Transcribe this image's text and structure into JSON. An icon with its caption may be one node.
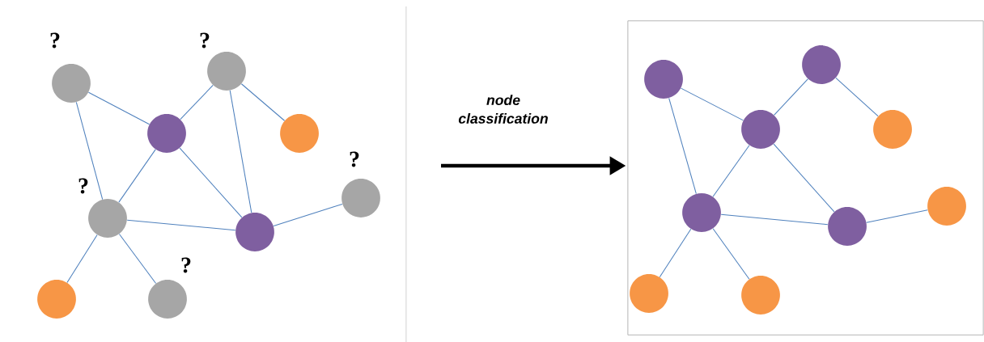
{
  "diagram": {
    "nodes": [
      {
        "text": [],
        "shape": "circle",
        "beside": [
          "?"
        ]
      },
      {
        "text": [],
        "shape": "circle",
        "beside": [
          "?"
        ]
      },
      {
        "text": [],
        "shape": "circle"
      },
      {
        "text": [],
        "shape": "circle"
      },
      {
        "text": [],
        "shape": "circle",
        "beside": [
          "?"
        ]
      },
      {
        "text": [],
        "shape": "circle",
        "beside": [
          "?"
        ]
      },
      {
        "text": [],
        "shape": "circle"
      },
      {
        "text": [],
        "shape": "circle"
      },
      {
        "text": [],
        "shape": "circle",
        "beside": [
          "?"
        ]
      },
      {
        "text": [],
        "shape": "box"
      },
      {
        "text": [],
        "shape": "circle",
        "in": 9
      },
      {
        "text": [],
        "shape": "circle",
        "in": 9
      },
      {
        "text": [],
        "shape": "circle",
        "in": 9
      },
      {
        "text": [],
        "shape": "circle",
        "in": 9
      },
      {
        "text": [],
        "shape": "circle",
        "in": 9
      },
      {
        "text": [],
        "shape": "circle",
        "in": 9
      },
      {
        "text": [],
        "shape": "circle",
        "in": 9
      },
      {
        "text": [],
        "shape": "circle",
        "in": 9
      },
      {
        "text": [],
        "shape": "circle",
        "in": 9
      }
    ],
    "edges": [
      {
        "from": 0,
        "to": 2,
        "arrow": "none"
      },
      {
        "from": 0,
        "to": 5,
        "arrow": "none"
      },
      {
        "from": 2,
        "to": 1,
        "arrow": "none"
      },
      {
        "from": 1,
        "to": 3,
        "arrow": "none"
      },
      {
        "from": 1,
        "to": 6,
        "arrow": "none"
      },
      {
        "from": 2,
        "to": 5,
        "arrow": "none"
      },
      {
        "from": 2,
        "to": 6,
        "arrow": "none"
      },
      {
        "from": 5,
        "to": 6,
        "arrow": "none"
      },
      {
        "from": 6,
        "to": 4,
        "arrow": "none"
      },
      {
        "from": 5,
        "to": 7,
        "arrow": "none"
      },
      {
        "from": 5,
        "to": 8,
        "arrow": "none"
      },
      {
        "from": null,
        "to": 9,
        "arrow": "to",
        "label": "node classification",
        "style": "thick",
        "color": "#000000"
      },
      {
        "from": 10,
        "to": 12,
        "arrow": "none"
      },
      {
        "from": 10,
        "to": 14,
        "arrow": "none"
      },
      {
        "from": 12,
        "to": 11,
        "arrow": "none"
      },
      {
        "from": 11,
        "to": 13,
        "arrow": "none"
      },
      {
        "from": 12,
        "to": 14,
        "arrow": "none"
      },
      {
        "from": 12,
        "to": 15,
        "arrow": "none"
      },
      {
        "from": 14,
        "to": 15,
        "arrow": "none"
      },
      {
        "from": 15,
        "to": 16,
        "arrow": "none"
      },
      {
        "from": 14,
        "to": 17,
        "arrow": "none"
      },
      {
        "from": 14,
        "to": 18,
        "arrow": "none"
      }
    ]
  }
}
